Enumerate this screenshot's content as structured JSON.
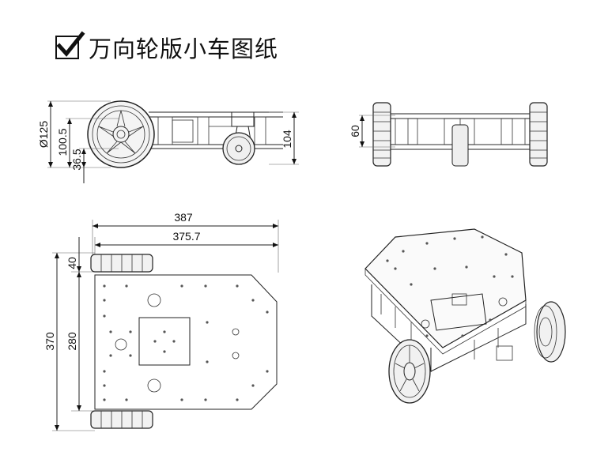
{
  "title": "万向轮版小车图纸",
  "icons": {
    "check": "checkbox-checked-icon"
  },
  "side_view": {
    "dims": {
      "wheel_diameter": "Ø125",
      "axle_height": "100.5",
      "caster_height": "36.5",
      "frame_height": "104"
    }
  },
  "front_view": {
    "dims": {
      "height": "60"
    }
  },
  "top_view": {
    "dims": {
      "overall_width": "387",
      "plate_width": "375.7",
      "wheel_width": "40",
      "overall_length": "370",
      "wheelbase": "280"
    }
  },
  "iso_view": {}
}
